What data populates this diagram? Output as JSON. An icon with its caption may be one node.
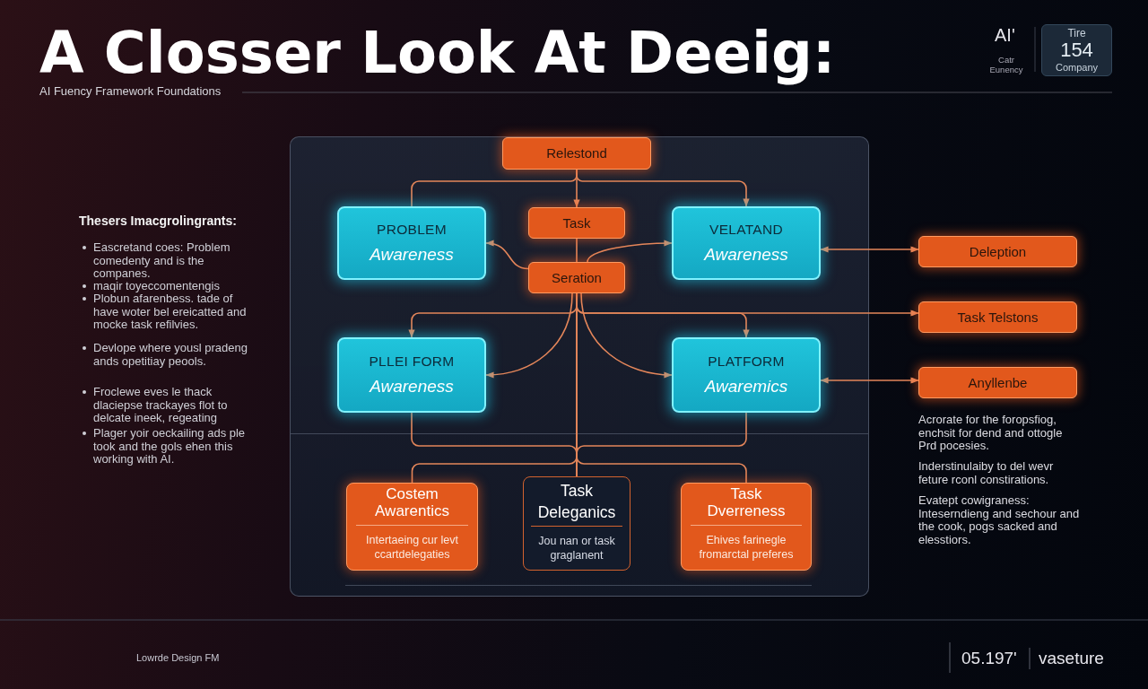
{
  "diagram": {
    "title": "A Closser Look At Deeig:",
    "nodes": [
      {
        "text": [
          "Tire",
          "154",
          "Company"
        ]
      },
      {
        "text": [],
        "shape": "box"
      },
      {
        "text": [
          "Relestond"
        ],
        "in": 1
      },
      {
        "text": [
          "PROBLEM",
          "Awareness"
        ],
        "in": 1
      },
      {
        "text": [
          "Task"
        ],
        "in": 1
      },
      {
        "text": [
          "VELATAND",
          "Awareness"
        ],
        "in": 1
      },
      {
        "text": [
          "Deleption"
        ]
      },
      {
        "text": [
          "Seration"
        ],
        "in": 1
      },
      {
        "text": [
          "Task Telstons"
        ]
      },
      {
        "text": [
          "PLLEI FORM",
          "Awareness"
        ],
        "in": 1
      },
      {
        "text": [
          "PLATFORM",
          "Awaremics"
        ],
        "in": 1
      },
      {
        "text": [
          "Anyllenbe"
        ]
      },
      {
        "text": [
          "Costem Awarentics",
          "Intertaeing cur levt ccartdelegaties"
        ],
        "in": 1
      },
      {
        "text": [
          "Task Deleganics",
          "Jou nan or task graglanent"
        ],
        "in": 1
      },
      {
        "text": [
          "Task Dverreness",
          "Ehives farinegle fromarctal preferes"
        ],
        "in": 1
      }
    ],
    "edges": [
      {
        "from": 2,
        "to": 4,
        "arrow": "to"
      },
      {
        "from": 2,
        "to": 3,
        "arrow": "none"
      },
      {
        "from": 2,
        "to": 5,
        "arrow": "to"
      },
      {
        "from": 4,
        "to": 7,
        "arrow": "none"
      },
      {
        "from": 7,
        "to": 3,
        "arrow": "to"
      },
      {
        "from": 7,
        "to": 5,
        "arrow": "to"
      },
      {
        "from": 5,
        "to": 6,
        "arrow": "both"
      },
      {
        "from": 7,
        "to": 8,
        "arrow": "to"
      },
      {
        "from": 7,
        "to": 9,
        "arrow": "to"
      },
      {
        "from": 7,
        "to": 10,
        "arrow": "to"
      },
      {
        "from": 7,
        "to": 9,
        "arrow": "to"
      },
      {
        "from": 7,
        "to": 10,
        "arrow": "to"
      },
      {
        "from": 10,
        "to": 11,
        "arrow": "both"
      },
      {
        "from": 7,
        "to": 13,
        "arrow": "none"
      },
      {
        "from": 7,
        "to": 12,
        "arrow": "none"
      },
      {
        "from": 7,
        "to": 14,
        "arrow": "none"
      },
      {
        "from": 9,
        "to": 13,
        "arrow": "none"
      },
      {
        "from": 10,
        "to": 13,
        "arrow": "none"
      }
    ],
    "labels": [
      "AI'",
      "Catr Eunency",
      "AI Fuency Framework Foundations",
      "Thesers Imacgrolingrants:",
      "Eascretand coes: Problem comedenty and is the companes.",
      "maqir toyeccomentengis",
      "Plobun afarenbess. tade of have woter bel ereicatted and mocke task refilvies.",
      "Devlope where yousl pradeng ands opetitiay peools.",
      "Froclewe eves le thack dlaciepse trackayes flot to delcate ineek, regeating",
      "Plager yoir oeckailing ads ple took and the gols ehen this working with AI.",
      "Acrorate for the foropsfiog, enchsit for dend and ottogle Prd pocesies.",
      "Inderstinulaiby to del wevr feture rconl constirations.",
      "Evatept cowigraness: Inteserndieng and sechour and the cook, pogs sacked and elesstiors.",
      "Lowrde Design FM",
      "05.197'",
      "vaseture"
    ]
  }
}
